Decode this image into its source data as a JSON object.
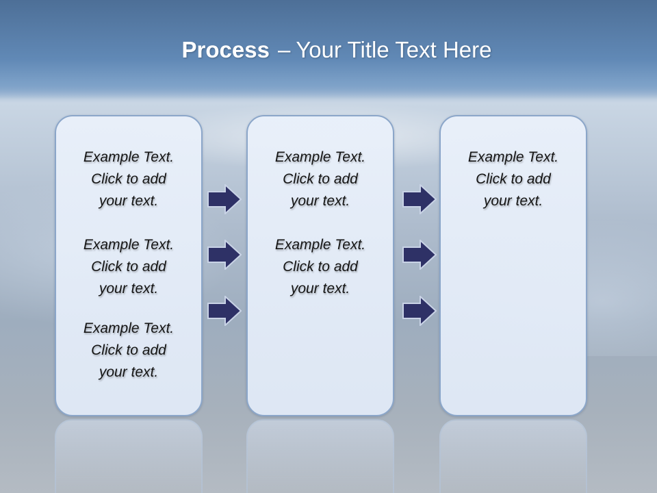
{
  "slide": {
    "title_bold": "Process",
    "title_separator": "–",
    "title_rest": "Your Title Text Here"
  },
  "panels": [
    {
      "blocks": [
        {
          "line1": "Example Text.",
          "line2": "Click  to add",
          "line3": "your text."
        },
        {
          "line1": "Example Text.",
          "line2": "Click  to add",
          "line3": "your text."
        },
        {
          "line1": "Example Text.",
          "line2": "Click  to add",
          "line3": "your text."
        }
      ]
    },
    {
      "blocks": [
        {
          "line1": "Example Text.",
          "line2": "Click  to add",
          "line3": "your text."
        },
        {
          "line1": "Example Text.",
          "line2": "Click  to add",
          "line3": "your text."
        }
      ]
    },
    {
      "blocks": [
        {
          "line1": "Example Text.",
          "line2": "Click  to add",
          "line3": "your text."
        }
      ]
    }
  ],
  "colors": {
    "arrow_fill": "#2e3166",
    "arrow_stroke": "#c9d3e6",
    "panel_border": "#8ba6c9"
  }
}
